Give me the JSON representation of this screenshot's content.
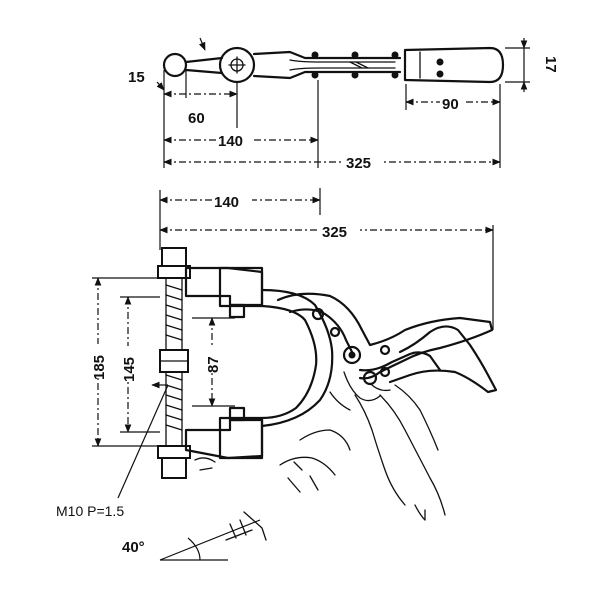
{
  "top_view": {
    "dim_15": "15",
    "dim_60": "60",
    "dim_140": "140",
    "dim_325": "325",
    "dim_90": "90",
    "dim_17": "17"
  },
  "side_view": {
    "dim_140": "140",
    "dim_325": "325",
    "dim_185": "185",
    "dim_145": "145",
    "dim_87": "87"
  },
  "thread_label": "M10 P=1.5",
  "angle_label": "40°"
}
